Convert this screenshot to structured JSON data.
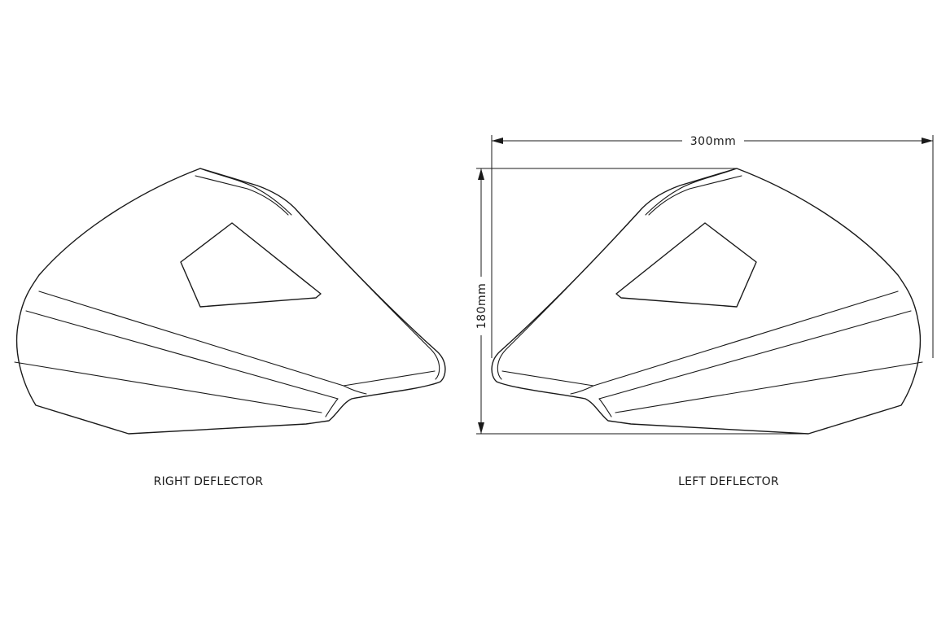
{
  "dimensions": {
    "width_label": "300mm",
    "height_label": "180mm"
  },
  "captions": {
    "right": "RIGHT DEFLECTOR",
    "left": "LEFT DEFLECTOR"
  }
}
